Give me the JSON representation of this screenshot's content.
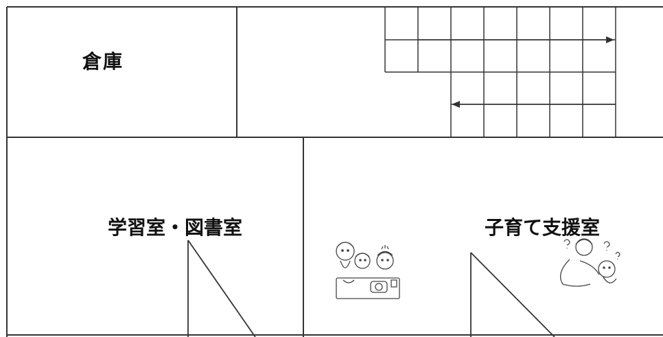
{
  "rooms": {
    "storage": "倉庫",
    "study_library": "学習室・図書室",
    "childcare_support": "子育て支援室"
  },
  "colors": {
    "line": "#333333",
    "background": "#ffffff",
    "text": "#111111"
  },
  "icons": {
    "children_eating": "children-eating-illustration",
    "mother_and_baby": "mother-with-baby-illustration"
  }
}
